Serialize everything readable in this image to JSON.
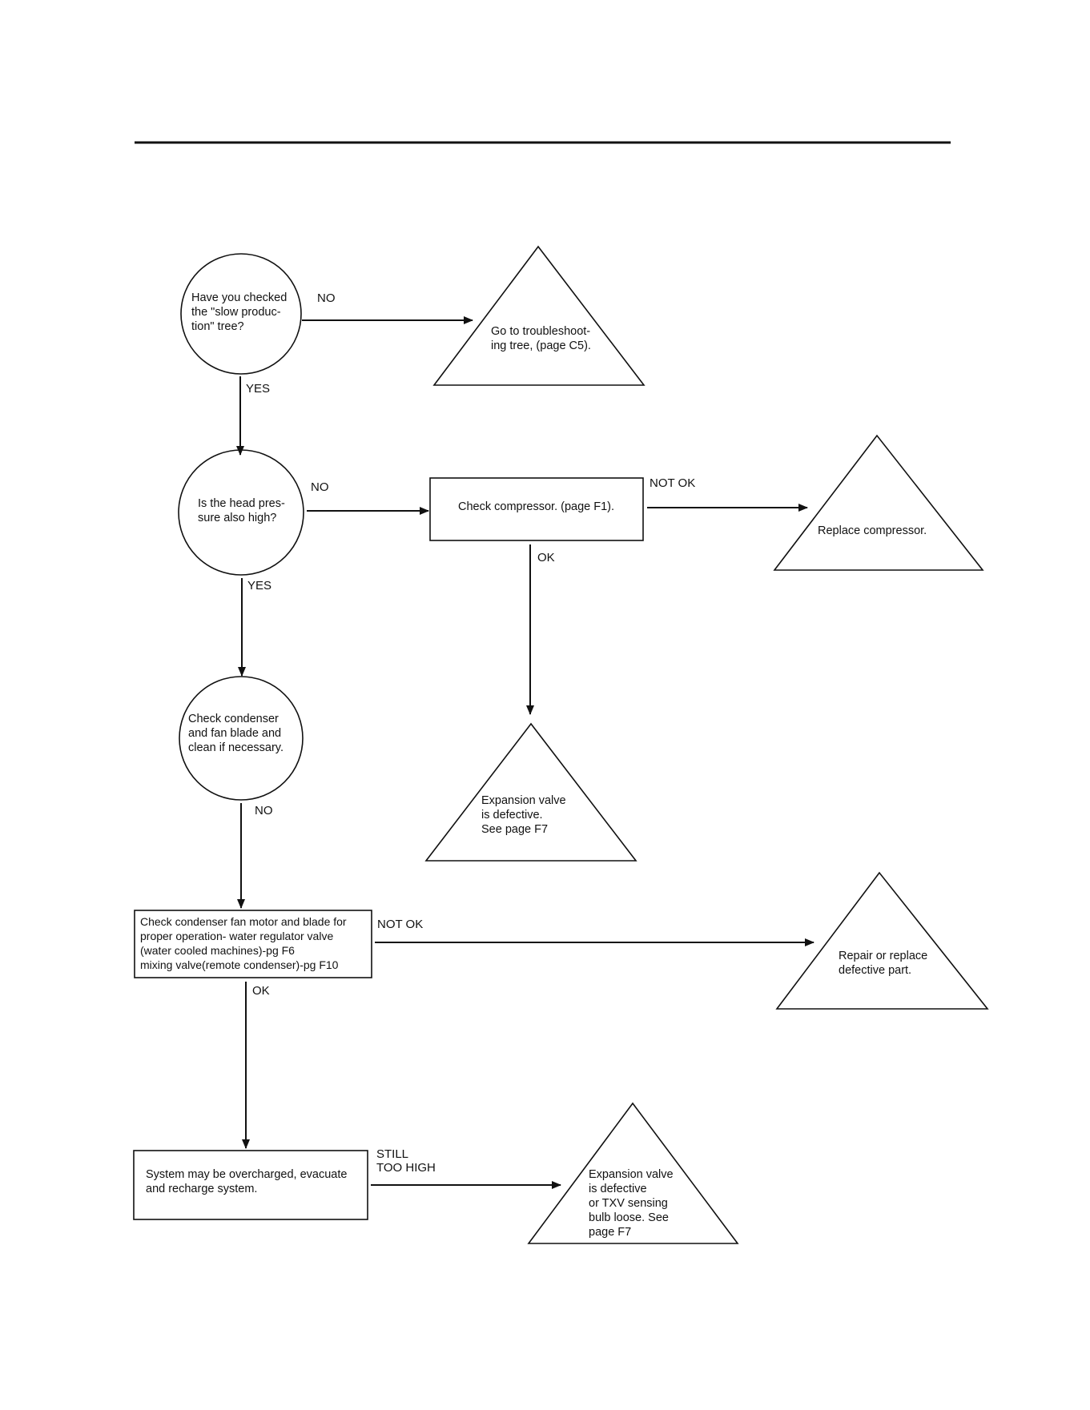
{
  "nodes": {
    "q_slow": "Have you checked\nthe \"slow produc-\ntion\" tree?",
    "t_goto": "Go to troubleshoot-\ning tree, (page C5).",
    "q_head": "Is the head pres-\nsure also high?",
    "b_comp": "Check compressor. (page F1).",
    "t_replace": "Replace compressor.",
    "t_exp1": "Expansion valve\nis defective.\nSee page F7",
    "q_cond": "Check condenser\nand fan blade and\nclean if necessary.",
    "b_fan": "Check condenser fan motor and blade for\nproper operation- water regulator valve\n(water cooled machines)-pg F6\nmixing valve(remote condenser)-pg F10",
    "t_repair": "Repair or replace\ndefective part.",
    "b_system": "System may be overcharged, evacuate\nand recharge system.",
    "t_exp2": "Expansion valve\nis defective\nor TXV sensing\nbulb loose. See\npage F7"
  },
  "edges": {
    "slow_no": "NO",
    "slow_yes": "YES",
    "head_no": "NO",
    "head_yes": "YES",
    "comp_notok": "NOT OK",
    "comp_ok": "OK",
    "cond_no": "NO",
    "fan_notok": "NOT OK",
    "fan_ok": "OK",
    "system_still": "STILL\nTOO HIGH"
  }
}
